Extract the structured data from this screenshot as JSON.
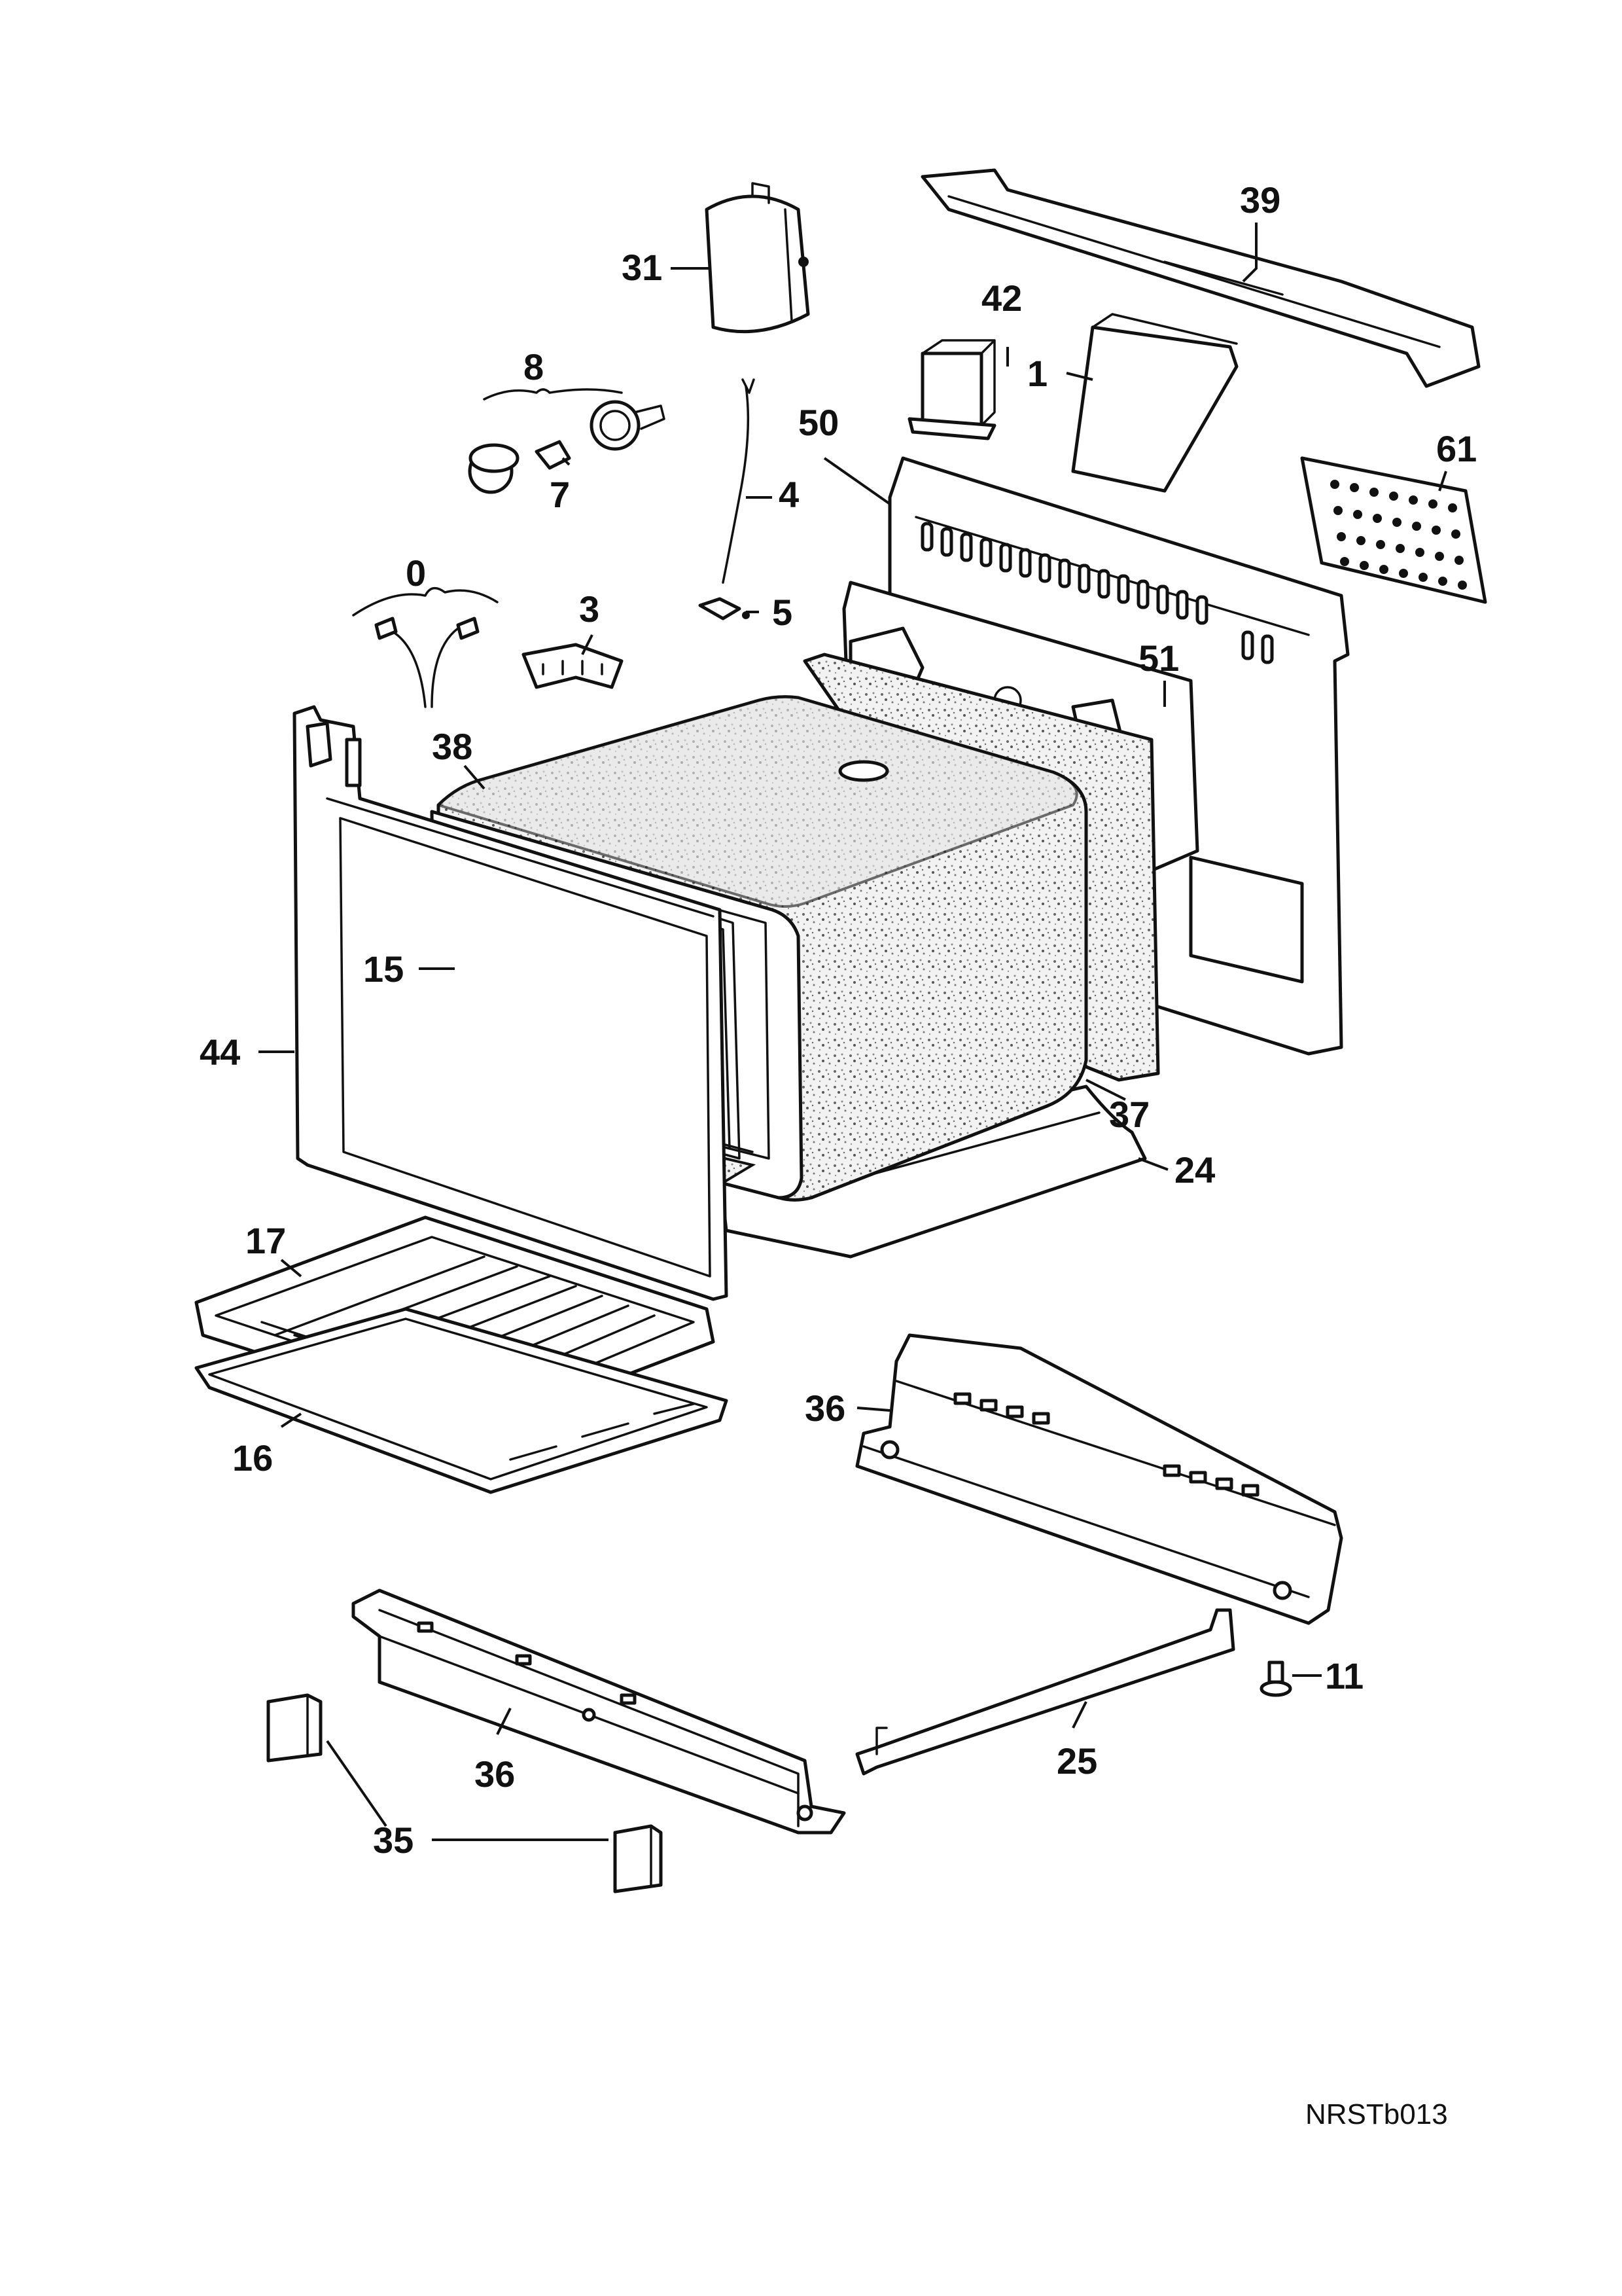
{
  "diagram_code": "NRSTb013",
  "callouts": {
    "c0": "0",
    "c1": "1",
    "c3": "3",
    "c4": "4",
    "c5": "5",
    "c7": "7",
    "c8": "8",
    "c11": "11",
    "c15": "15",
    "c16": "16",
    "c17": "17",
    "c24": "24",
    "c25": "25",
    "c31": "31",
    "c35": "35",
    "c36a": "36",
    "c36b": "36",
    "c37": "37",
    "c38": "38",
    "c39": "39",
    "c42": "42",
    "c44": "44",
    "c50": "50",
    "c51": "51",
    "c61": "61"
  }
}
